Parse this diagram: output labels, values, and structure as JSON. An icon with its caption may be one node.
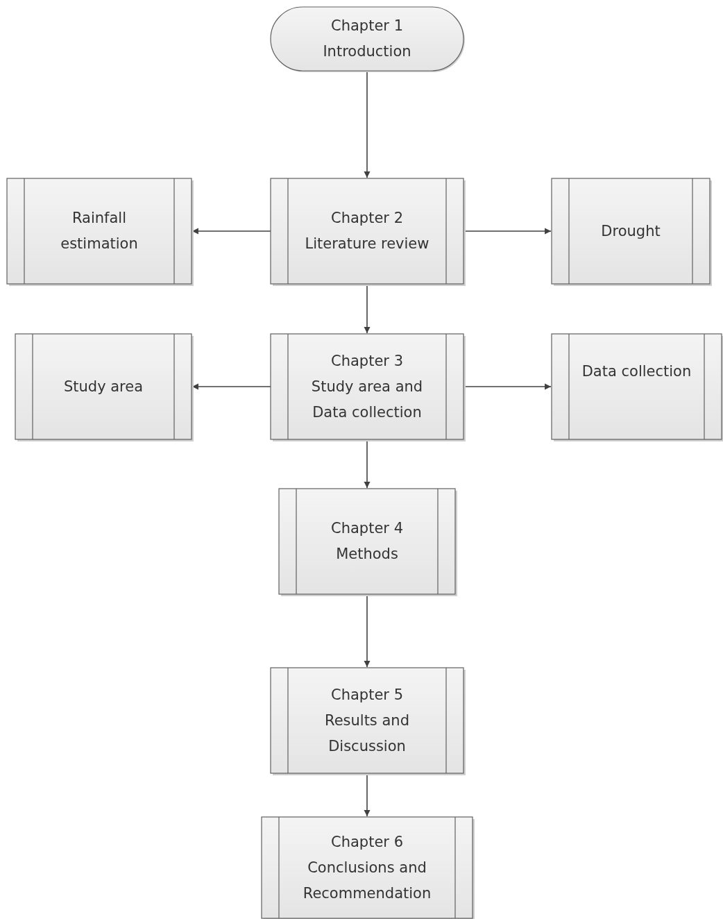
{
  "diagram": {
    "nodes": [
      {
        "text": [
          "Chapter 1",
          "Introduction"
        ]
      },
      {
        "text": [
          "Rainfall estimation"
        ]
      },
      {
        "text": [
          "Chapter 2",
          "Literature review"
        ]
      },
      {
        "text": [
          "Drought"
        ]
      },
      {
        "text": [
          "Study area"
        ]
      },
      {
        "text": [
          "Chapter 3",
          "Study area and Data collection"
        ]
      },
      {
        "text": [
          "Data collection"
        ]
      },
      {
        "text": [
          "Chapter 4",
          "Methods"
        ]
      },
      {
        "text": [
          "Chapter 5",
          "Results and Discussion"
        ]
      },
      {
        "text": [
          "Chapter 6",
          "Conclusions and Recommendation"
        ]
      }
    ],
    "edges": [
      {
        "from": 0,
        "to": 2,
        "arrow": "to"
      },
      {
        "from": 2,
        "to": 1,
        "arrow": "to"
      },
      {
        "from": 2,
        "to": 3,
        "arrow": "to"
      },
      {
        "from": 2,
        "to": 5,
        "arrow": "to"
      },
      {
        "from": 5,
        "to": 4,
        "arrow": "to"
      },
      {
        "from": 5,
        "to": 6,
        "arrow": "to"
      },
      {
        "from": 5,
        "to": 7,
        "arrow": "to"
      },
      {
        "from": 7,
        "to": 8,
        "arrow": "to"
      },
      {
        "from": 8,
        "to": 9,
        "arrow": "to"
      }
    ]
  }
}
